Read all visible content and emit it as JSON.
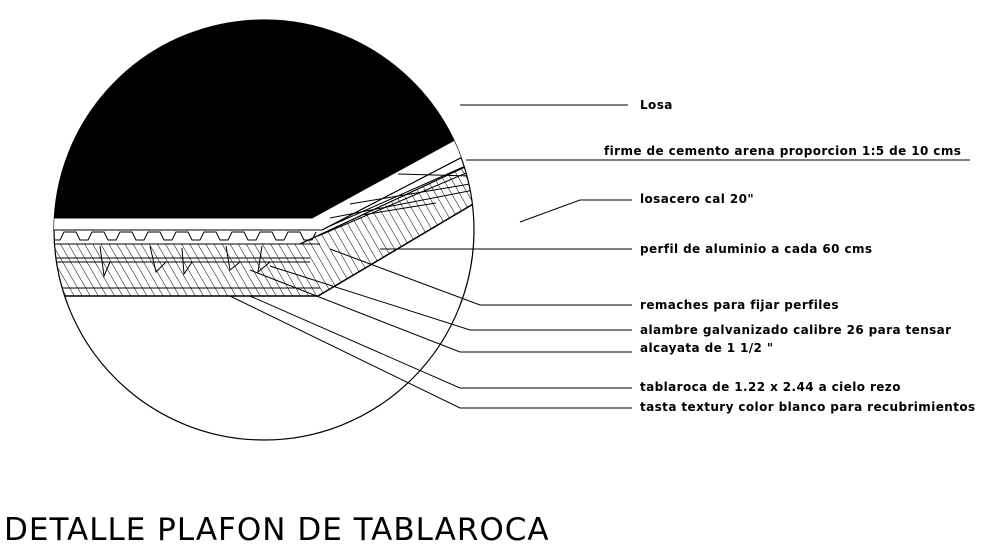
{
  "title": "DETALLE PLAFON DE TABLAROCA",
  "callouts": {
    "losa": "Losa",
    "firme": "firme de cemento arena proporcion 1:5 de 10 cms",
    "losacero": "losacero cal 20\"",
    "perfil": "perfil de aluminio a cada 60 cms",
    "remaches": "remaches para fijar perfiles",
    "alambre": "alambre galvanizado calibre 26 para tensar",
    "alcayata": "alcayata de 1 1/2 \"",
    "tablaroca": "tablaroca de 1.22 x 2.44 a cielo rezo",
    "pasta": "tasta textury color blanco para recubrimientos"
  },
  "colors": {
    "ink": "#000000",
    "paper": "#ffffff"
  }
}
